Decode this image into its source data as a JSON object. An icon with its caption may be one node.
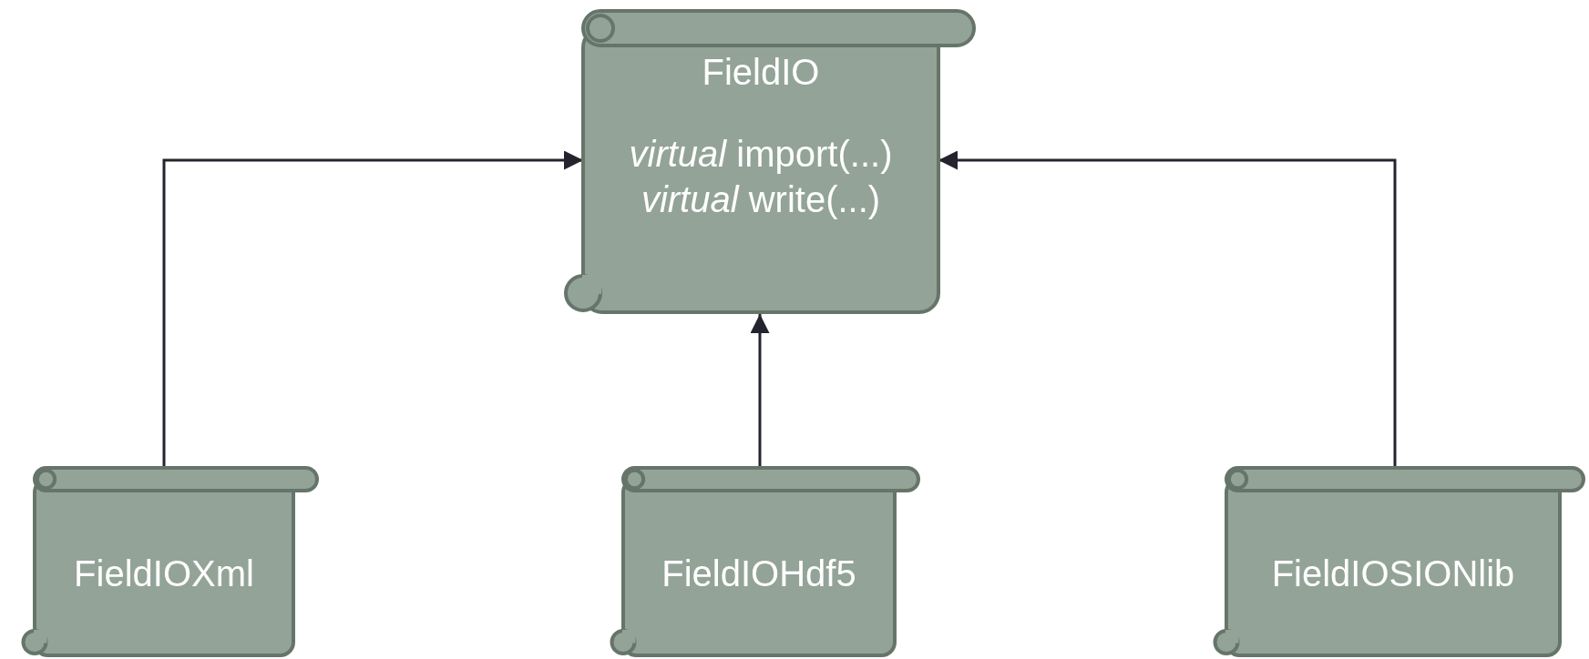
{
  "diagram": {
    "nodes": [
      {
        "text": [
          "FieldIO",
          "*virtual* import(...)",
          "*virtual* write(...)"
        ]
      },
      {
        "text": [
          "FieldIOXml"
        ]
      },
      {
        "text": [
          "FieldIOHdf5"
        ]
      },
      {
        "text": [
          "FieldIOSIONlib"
        ]
      }
    ],
    "edges": [
      {
        "from": 1,
        "to": 0,
        "arrow": "to"
      },
      {
        "from": 2,
        "to": 0,
        "arrow": "to"
      },
      {
        "from": 3,
        "to": 0,
        "arrow": "to"
      }
    ]
  }
}
